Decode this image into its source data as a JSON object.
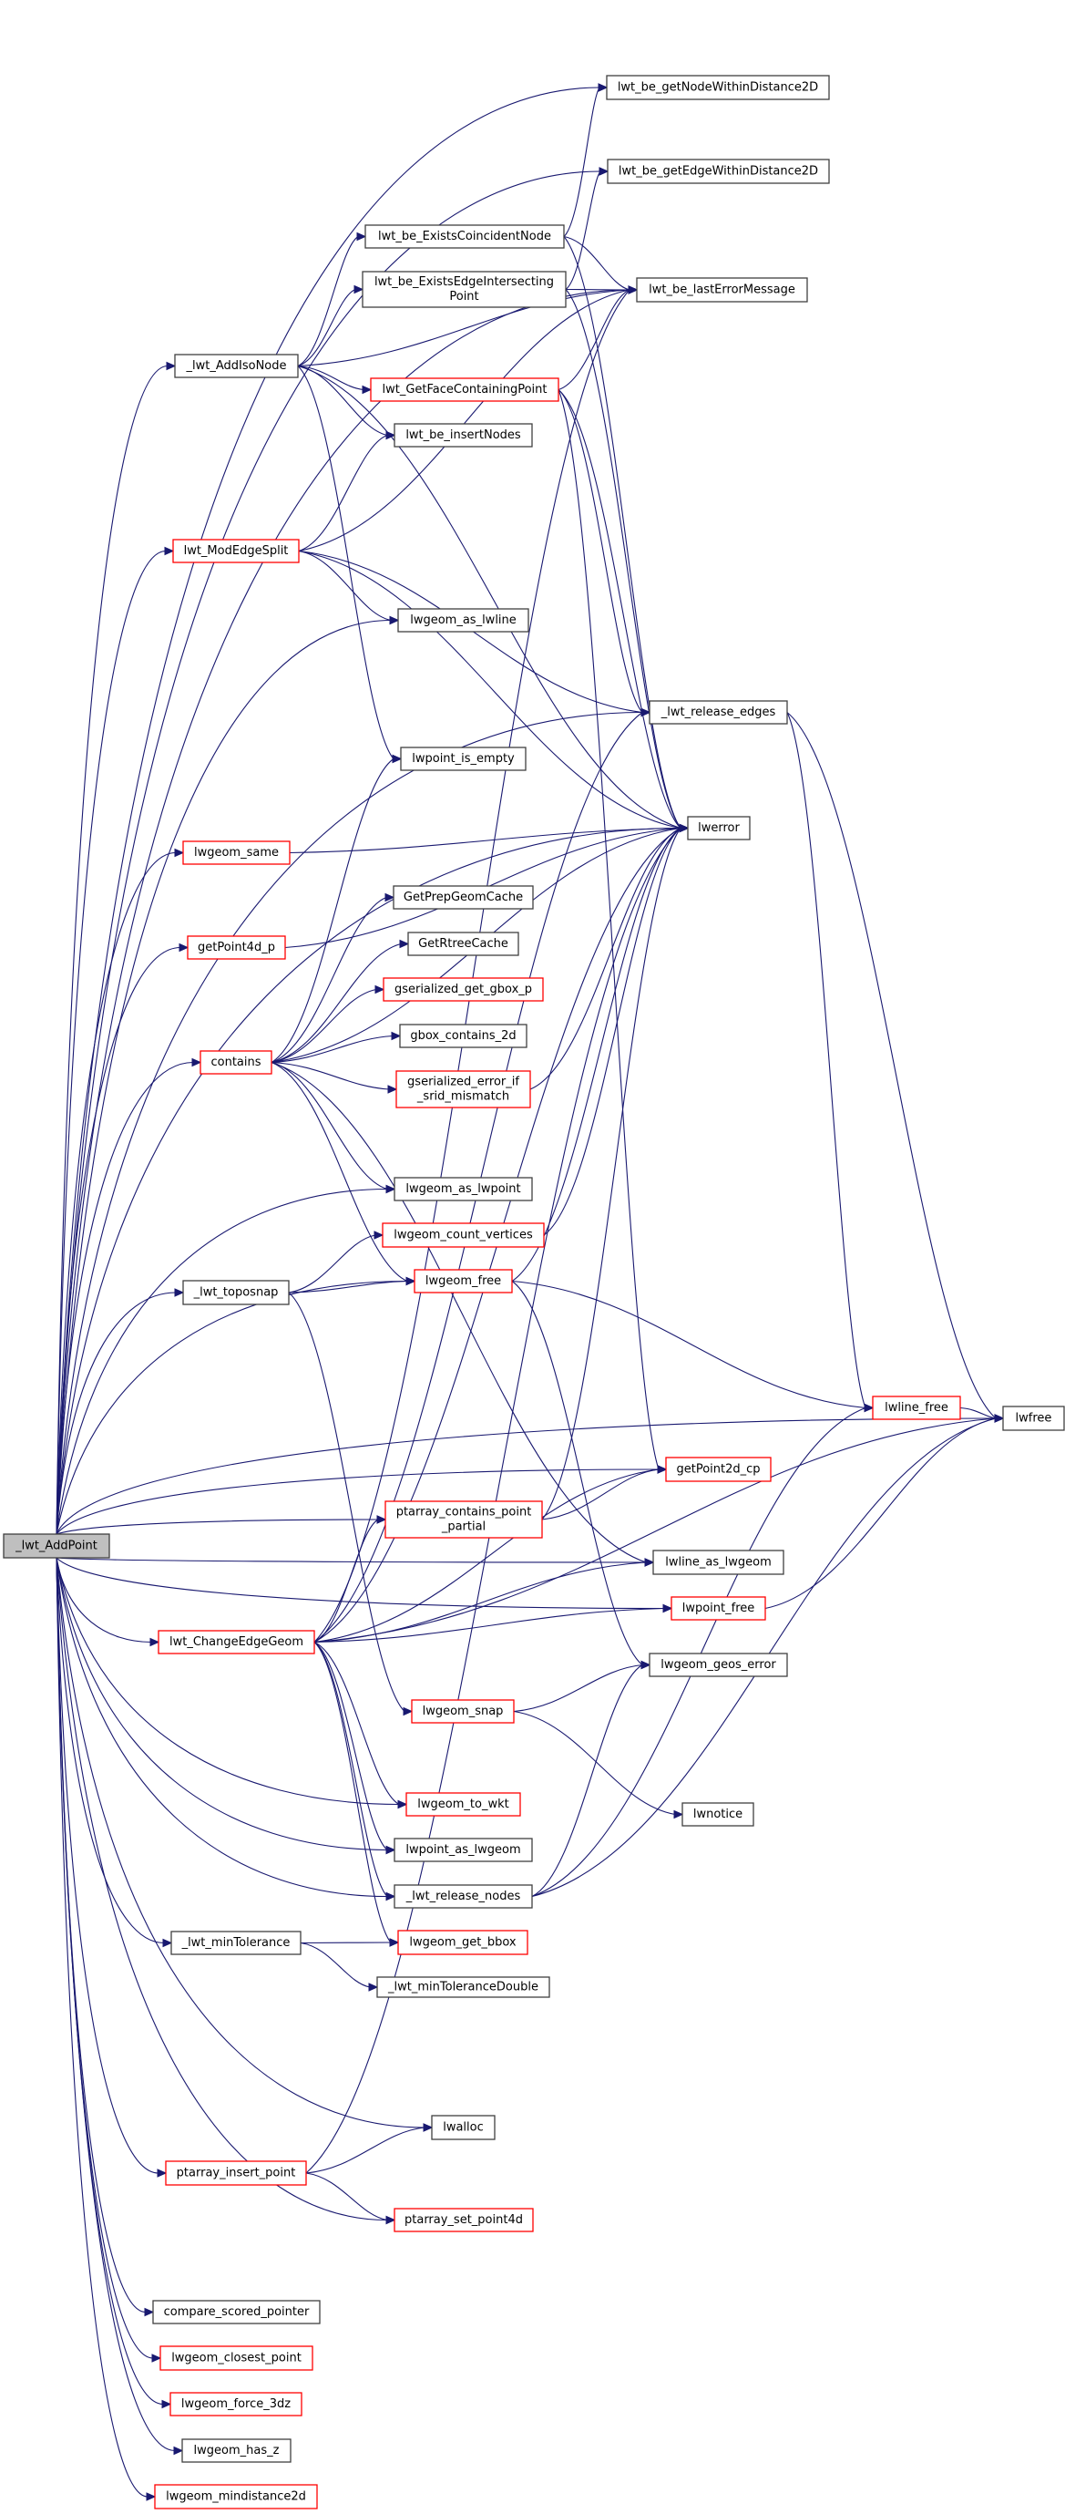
{
  "diagram": {
    "title": "_lwt_AddPoint call graph",
    "colors": {
      "edge": "#191970",
      "root_fill": "#bfbfbf",
      "root_border": "#404040",
      "normal_border": "#404040",
      "truncated_border": "#ff0000",
      "node_fill": "#ffffff"
    },
    "root": "_lwt_AddPoint",
    "nodes": [
      {
        "id": "addpoint",
        "label": [
          "_lwt_AddPoint"
        ],
        "kind": "root"
      },
      {
        "id": "getnode",
        "label": [
          "lwt_be_getNodeWithinDistance2D"
        ],
        "kind": "normal"
      },
      {
        "id": "getedge",
        "label": [
          "lwt_be_getEdgeWithinDistance2D"
        ],
        "kind": "normal"
      },
      {
        "id": "coincident",
        "label": [
          "lwt_be_ExistsCoincidentNode"
        ],
        "kind": "normal"
      },
      {
        "id": "edgeinter",
        "label": [
          "lwt_be_ExistsEdgeIntersecting",
          "Point"
        ],
        "kind": "normal"
      },
      {
        "id": "lasterr",
        "label": [
          "lwt_be_lastErrorMessage"
        ],
        "kind": "normal"
      },
      {
        "id": "addiso",
        "label": [
          "_lwt_AddIsoNode"
        ],
        "kind": "normal"
      },
      {
        "id": "getface",
        "label": [
          "lwt_GetFaceContainingPoint"
        ],
        "kind": "truncated"
      },
      {
        "id": "insertnodes",
        "label": [
          "lwt_be_insertNodes"
        ],
        "kind": "normal"
      },
      {
        "id": "modsplit",
        "label": [
          "lwt_ModEdgeSplit"
        ],
        "kind": "truncated"
      },
      {
        "id": "aslwline",
        "label": [
          "lwgeom_as_lwline"
        ],
        "kind": "normal"
      },
      {
        "id": "reledges",
        "label": [
          "_lwt_release_edges"
        ],
        "kind": "normal"
      },
      {
        "id": "isempty",
        "label": [
          "lwpoint_is_empty"
        ],
        "kind": "normal"
      },
      {
        "id": "lwerror",
        "label": [
          "lwerror"
        ],
        "kind": "normal"
      },
      {
        "id": "same",
        "label": [
          "lwgeom_same"
        ],
        "kind": "truncated"
      },
      {
        "id": "getpoint4d",
        "label": [
          "getPoint4d_p"
        ],
        "kind": "truncated"
      },
      {
        "id": "prepcache",
        "label": [
          "GetPrepGeomCache"
        ],
        "kind": "normal"
      },
      {
        "id": "rtreecache",
        "label": [
          "GetRtreeCache"
        ],
        "kind": "normal"
      },
      {
        "id": "getgbox",
        "label": [
          "gserialized_get_gbox_p"
        ],
        "kind": "truncated"
      },
      {
        "id": "gboxcontains",
        "label": [
          "gbox_contains_2d"
        ],
        "kind": "normal"
      },
      {
        "id": "contains",
        "label": [
          "contains"
        ],
        "kind": "truncated"
      },
      {
        "id": "sridmismatch",
        "label": [
          "gserialized_error_if",
          "_srid_mismatch"
        ],
        "kind": "truncated"
      },
      {
        "id": "aslwpoint",
        "label": [
          "lwgeom_as_lwpoint"
        ],
        "kind": "normal"
      },
      {
        "id": "countvert",
        "label": [
          "lwgeom_count_vertices"
        ],
        "kind": "truncated"
      },
      {
        "id": "toposnap",
        "label": [
          "_lwt_toposnap"
        ],
        "kind": "normal"
      },
      {
        "id": "geomfree",
        "label": [
          "lwgeom_free"
        ],
        "kind": "truncated"
      },
      {
        "id": "linefree",
        "label": [
          "lwline_free"
        ],
        "kind": "truncated"
      },
      {
        "id": "lwfree",
        "label": [
          "lwfree"
        ],
        "kind": "normal"
      },
      {
        "id": "getpoint2d",
        "label": [
          "getPoint2d_cp"
        ],
        "kind": "truncated"
      },
      {
        "id": "ptcontains",
        "label": [
          "ptarray_contains_point",
          "_partial"
        ],
        "kind": "truncated"
      },
      {
        "id": "lineaslwgeom",
        "label": [
          "lwline_as_lwgeom"
        ],
        "kind": "normal"
      },
      {
        "id": "pointfree",
        "label": [
          "lwpoint_free"
        ],
        "kind": "truncated"
      },
      {
        "id": "changeedge",
        "label": [
          "lwt_ChangeEdgeGeom"
        ],
        "kind": "truncated"
      },
      {
        "id": "geoserror",
        "label": [
          "lwgeom_geos_error"
        ],
        "kind": "normal"
      },
      {
        "id": "snap",
        "label": [
          "lwgeom_snap"
        ],
        "kind": "truncated"
      },
      {
        "id": "towkt",
        "label": [
          "lwgeom_to_wkt"
        ],
        "kind": "truncated"
      },
      {
        "id": "lwnotice",
        "label": [
          "lwnotice"
        ],
        "kind": "normal"
      },
      {
        "id": "pointaslwgeom",
        "label": [
          "lwpoint_as_lwgeom"
        ],
        "kind": "normal"
      },
      {
        "id": "relnodes",
        "label": [
          "_lwt_release_nodes"
        ],
        "kind": "normal"
      },
      {
        "id": "mintol",
        "label": [
          "_lwt_minTolerance"
        ],
        "kind": "normal"
      },
      {
        "id": "getbbox",
        "label": [
          "lwgeom_get_bbox"
        ],
        "kind": "truncated"
      },
      {
        "id": "mintoldouble",
        "label": [
          "_lwt_minToleranceDouble"
        ],
        "kind": "normal"
      },
      {
        "id": "lwalloc",
        "label": [
          "lwalloc"
        ],
        "kind": "normal"
      },
      {
        "id": "insertpoint",
        "label": [
          "ptarray_insert_point"
        ],
        "kind": "truncated"
      },
      {
        "id": "setpoint4d",
        "label": [
          "ptarray_set_point4d"
        ],
        "kind": "truncated"
      },
      {
        "id": "comparescored",
        "label": [
          "compare_scored_pointer"
        ],
        "kind": "normal"
      },
      {
        "id": "closestpoint",
        "label": [
          "lwgeom_closest_point"
        ],
        "kind": "truncated"
      },
      {
        "id": "force3dz",
        "label": [
          "lwgeom_force_3dz"
        ],
        "kind": "truncated"
      },
      {
        "id": "hasz",
        "label": [
          "lwgeom_has_z"
        ],
        "kind": "normal"
      },
      {
        "id": "mindist",
        "label": [
          "lwgeom_mindistance2d"
        ],
        "kind": "truncated"
      }
    ],
    "edges": [
      [
        "addpoint",
        "lwfree"
      ],
      [
        "addpoint",
        "getnode"
      ],
      [
        "addpoint",
        "getedge"
      ],
      [
        "addpoint",
        "lasterr"
      ],
      [
        "addpoint",
        "addiso"
      ],
      [
        "addpoint",
        "modsplit"
      ],
      [
        "addpoint",
        "aslwline"
      ],
      [
        "addpoint",
        "reledges"
      ],
      [
        "addpoint",
        "lwerror"
      ],
      [
        "addpoint",
        "same"
      ],
      [
        "addpoint",
        "getpoint4d"
      ],
      [
        "addpoint",
        "contains"
      ],
      [
        "addpoint",
        "aslwpoint"
      ],
      [
        "addpoint",
        "toposnap"
      ],
      [
        "addpoint",
        "geomfree"
      ],
      [
        "addpoint",
        "getpoint2d"
      ],
      [
        "addpoint",
        "ptcontains"
      ],
      [
        "addpoint",
        "lineaslwgeom"
      ],
      [
        "addpoint",
        "changeedge"
      ],
      [
        "addpoint",
        "towkt"
      ],
      [
        "addpoint",
        "pointaslwgeom"
      ],
      [
        "addpoint",
        "relnodes"
      ],
      [
        "addpoint",
        "mintol"
      ],
      [
        "addpoint",
        "lwalloc"
      ],
      [
        "addpoint",
        "insertpoint"
      ],
      [
        "addpoint",
        "setpoint4d"
      ],
      [
        "addpoint",
        "comparescored"
      ],
      [
        "addpoint",
        "closestpoint"
      ],
      [
        "addpoint",
        "force3dz"
      ],
      [
        "addpoint",
        "hasz"
      ],
      [
        "addpoint",
        "mindist"
      ],
      [
        "addpoint",
        "pointfree"
      ],
      [
        "addiso",
        "coincident"
      ],
      [
        "addiso",
        "edgeinter"
      ],
      [
        "addiso",
        "lasterr"
      ],
      [
        "addiso",
        "getface"
      ],
      [
        "addiso",
        "insertnodes"
      ],
      [
        "addiso",
        "isempty"
      ],
      [
        "addiso",
        "lwerror"
      ],
      [
        "coincident",
        "getnode"
      ],
      [
        "coincident",
        "lasterr"
      ],
      [
        "coincident",
        "lwerror"
      ],
      [
        "edgeinter",
        "getedge"
      ],
      [
        "edgeinter",
        "lasterr"
      ],
      [
        "edgeinter",
        "lwerror"
      ],
      [
        "getface",
        "lasterr"
      ],
      [
        "getface",
        "reledges"
      ],
      [
        "getface",
        "lwerror"
      ],
      [
        "getface",
        "getpoint2d"
      ],
      [
        "modsplit",
        "insertnodes"
      ],
      [
        "modsplit",
        "lasterr"
      ],
      [
        "modsplit",
        "aslwline"
      ],
      [
        "modsplit",
        "reledges"
      ],
      [
        "modsplit",
        "lwerror"
      ],
      [
        "reledges",
        "linefree"
      ],
      [
        "reledges",
        "lwfree"
      ],
      [
        "same",
        "lwerror"
      ],
      [
        "getpoint4d",
        "lwerror"
      ],
      [
        "contains",
        "isempty"
      ],
      [
        "contains",
        "prepcache"
      ],
      [
        "contains",
        "rtreecache"
      ],
      [
        "contains",
        "getgbox"
      ],
      [
        "contains",
        "gboxcontains"
      ],
      [
        "contains",
        "sridmismatch"
      ],
      [
        "contains",
        "aslwpoint"
      ],
      [
        "contains",
        "geomfree"
      ],
      [
        "contains",
        "lineaslwgeom"
      ],
      [
        "contains",
        "lwerror"
      ],
      [
        "sridmismatch",
        "lwerror"
      ],
      [
        "countvert",
        "lwerror"
      ],
      [
        "toposnap",
        "countvert"
      ],
      [
        "toposnap",
        "geomfree"
      ],
      [
        "toposnap",
        "snap"
      ],
      [
        "geomfree",
        "linefree"
      ],
      [
        "geomfree",
        "lwerror"
      ],
      [
        "geomfree",
        "geoserror"
      ],
      [
        "linefree",
        "lwfree"
      ],
      [
        "pointfree",
        "lwfree"
      ],
      [
        "ptcontains",
        "getpoint2d"
      ],
      [
        "ptcontains",
        "lwerror"
      ],
      [
        "changeedge",
        "getpoint2d"
      ],
      [
        "changeedge",
        "ptcontains"
      ],
      [
        "changeedge",
        "lineaslwgeom"
      ],
      [
        "changeedge",
        "lwerror"
      ],
      [
        "changeedge",
        "lwfree"
      ],
      [
        "changeedge",
        "towkt"
      ],
      [
        "changeedge",
        "pointaslwgeom"
      ],
      [
        "changeedge",
        "relnodes"
      ],
      [
        "changeedge",
        "getbbox"
      ],
      [
        "changeedge",
        "reledges"
      ],
      [
        "changeedge",
        "lasterr"
      ],
      [
        "changeedge",
        "pointfree"
      ],
      [
        "snap",
        "geoserror"
      ],
      [
        "snap",
        "lwnotice"
      ],
      [
        "relnodes",
        "lwfree"
      ],
      [
        "relnodes",
        "linefree"
      ],
      [
        "relnodes",
        "geoserror"
      ],
      [
        "mintol",
        "getbbox"
      ],
      [
        "mintol",
        "mintoldouble"
      ],
      [
        "insertpoint",
        "lwalloc"
      ],
      [
        "insertpoint",
        "setpoint4d"
      ],
      [
        "insertpoint",
        "lwerror"
      ]
    ]
  }
}
